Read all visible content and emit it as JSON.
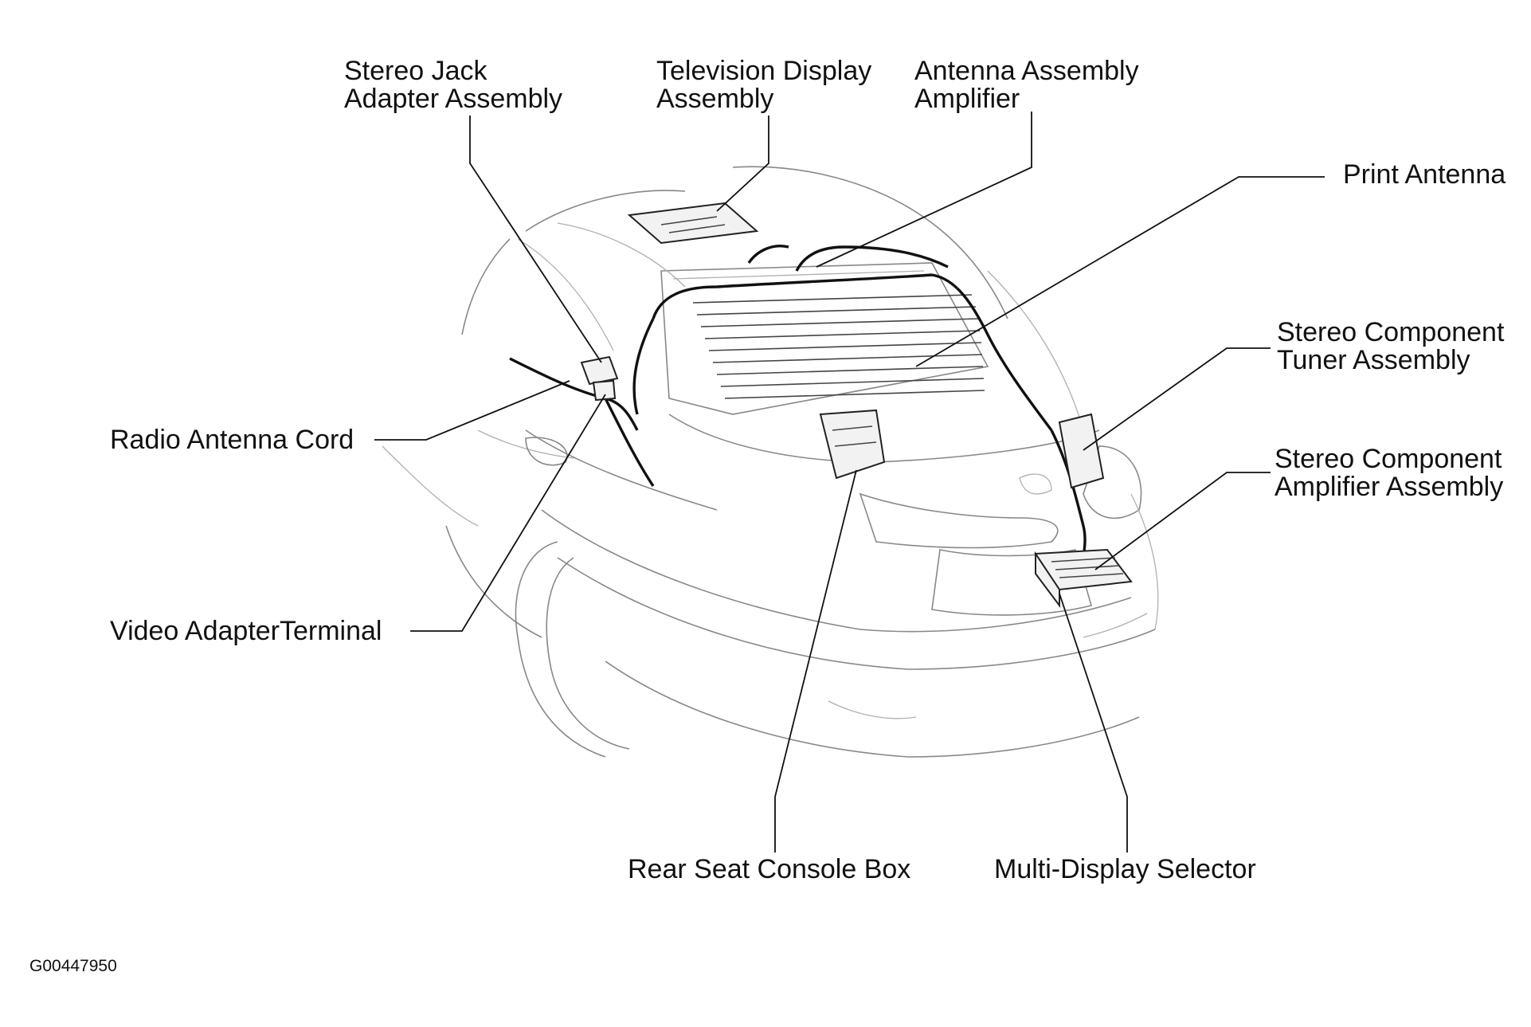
{
  "diagram": {
    "labels": {
      "stereo_jack": [
        "Stereo Jack",
        "Adapter Assembly"
      ],
      "television_display": [
        "Television Display",
        "Assembly"
      ],
      "antenna_amplifier": [
        "Antenna Assembly",
        "Amplifier"
      ],
      "print_antenna": [
        "Print Antenna"
      ],
      "stereo_tuner": [
        "Stereo Component",
        "Tuner Assembly"
      ],
      "stereo_amplifier": [
        "Stereo Component",
        "Amplifier Assembly"
      ],
      "radio_antenna_cord": [
        "Radio Antenna Cord"
      ],
      "video_adapter": [
        "Video AdapterTerminal"
      ],
      "rear_seat_console": [
        "Rear Seat Console Box"
      ],
      "multi_display": [
        "Multi-Display Selector"
      ]
    },
    "figure_code": "G00447950"
  }
}
